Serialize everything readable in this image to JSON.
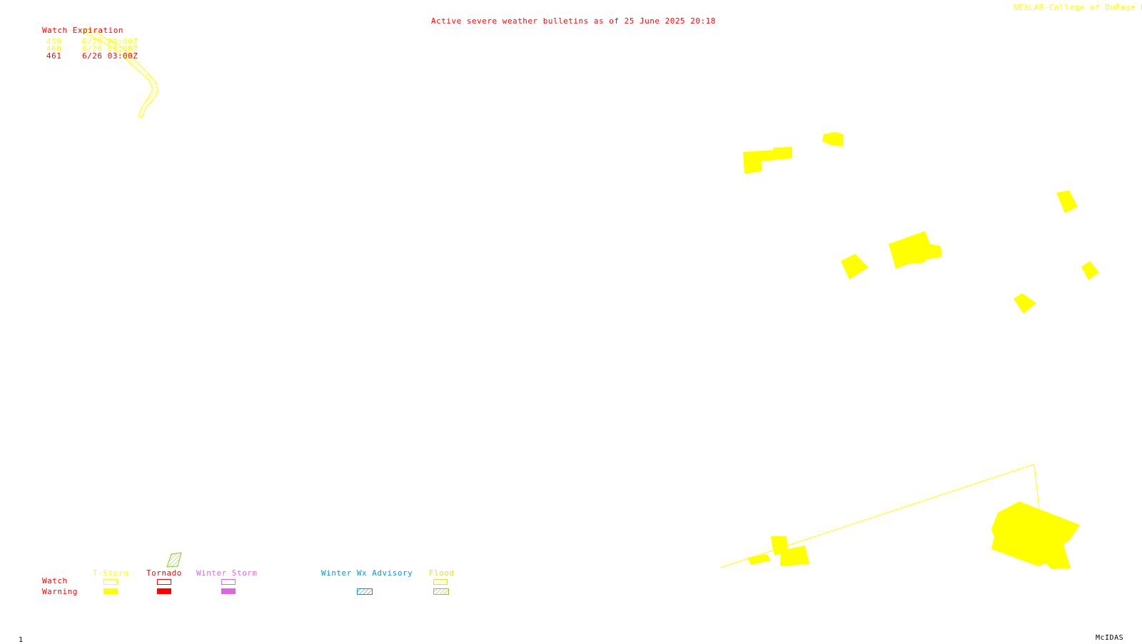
{
  "header": {
    "title": "Active severe weather bulletins as of 25 June 2025 20:18",
    "source": "NEXLAB-College of DuPage R"
  },
  "watch_table": {
    "heading": "Watch Expiration",
    "rows": [
      {
        "id": "459",
        "expires": "6/26 00:00Z",
        "color": "#ffff00"
      },
      {
        "id": "460",
        "expires": "6/26 03:00Z",
        "color": "#ffff00"
      },
      {
        "id": "461",
        "expires": "6/26 03:00Z",
        "color": "#ff0000"
      }
    ]
  },
  "legend": {
    "row_labels": {
      "watch": "Watch",
      "warning": "Warning"
    },
    "columns": {
      "tstorm": "T-Storm",
      "tornado": "Tornado",
      "winter_storm": "Winter Storm",
      "winter_advisory": "Winter Wx Advisory",
      "flood": "Flood"
    },
    "colors": {
      "tstorm": "#ffff00",
      "tornado": "#ff0000",
      "winter_storm": "#dd66dd",
      "winter_advisory": "#0099dd",
      "flood": "#88cc22"
    }
  },
  "footer": {
    "frame_number": "1",
    "software": "McIDAS"
  }
}
